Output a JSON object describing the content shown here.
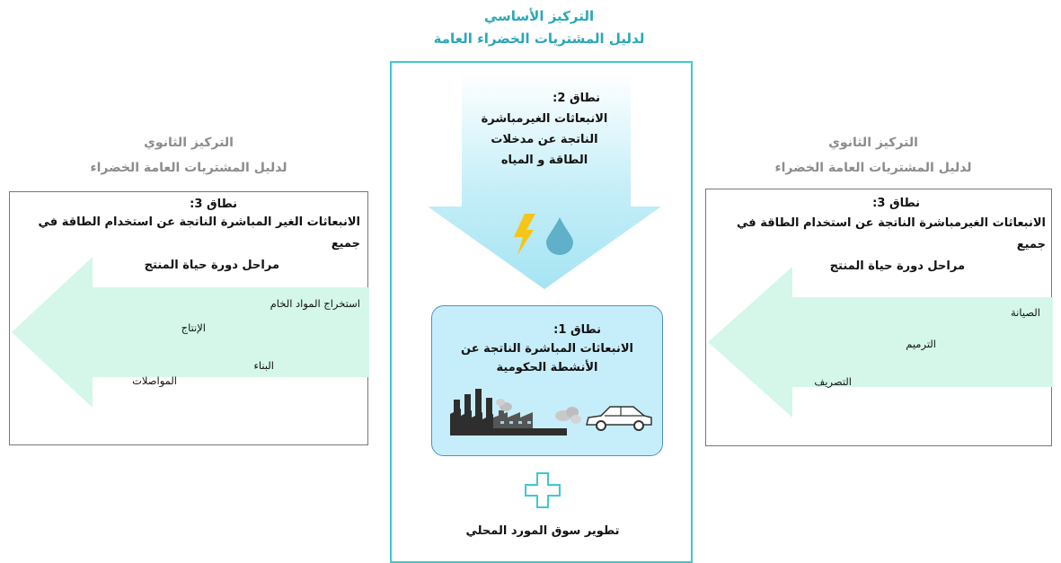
{
  "primary": {
    "title_line1": "التركيز الأساسي",
    "title_line2": "لدليل المشتريات الخضراء العامة"
  },
  "secondary_left": {
    "title_line1": "التركيز الثانوي",
    "title_line2": "لدليل المشتريات العامة الخضراء",
    "scope_label": "نطاق 3:",
    "scope_text_line1": "الانبعاثات الغير المباشرة الناتجة عن استخدام الطاقة في جميع",
    "scope_text_line2": "مراحل دورة حياة المنتج",
    "items": [
      "استخراج المواد الخام",
      "الإنتاج",
      "البناء",
      "المواصلات"
    ]
  },
  "secondary_right": {
    "title_line1": "التركيز الثانوي",
    "title_line2": "لدليل المشتريات العامة الخضراء",
    "scope_label": "نطاق 3:",
    "scope_text_line1": "الانبعاثات الغيرمباشرة الناتجة عن استخدام الطاقة في جميع",
    "scope_text_line2": "مراحل دورة حياة المنتج",
    "items": [
      "الصيانة",
      "الترميم",
      "التصريف"
    ]
  },
  "scope2": {
    "label": "نطاق 2:",
    "line1": "الانبعاثات الغيرمباشرة",
    "line2": "الناتجة عن مدخلات",
    "line3": "الطاقة و المياه",
    "icons": [
      "lightning-icon",
      "water-drop-icon"
    ]
  },
  "scope1": {
    "label": "نطاق 1:",
    "line1": "الانبعاثات المباشرة الناتجة عن",
    "line2": "الأنشطة الحكومية",
    "icons": [
      "factory-icon",
      "car-icon"
    ]
  },
  "supplier": {
    "label": "تطوير سوق المورد المحلي",
    "icon": "plus-icon"
  },
  "colors": {
    "teal": "#2aa7b8",
    "arrow_mint": "#d4f7ea",
    "scope1_fill": "#c6eefa",
    "scope1_border": "#4d8fd0",
    "center_border": "#3fc8d2",
    "lightning": "#f5c518",
    "drop": "#5fb0c8"
  }
}
